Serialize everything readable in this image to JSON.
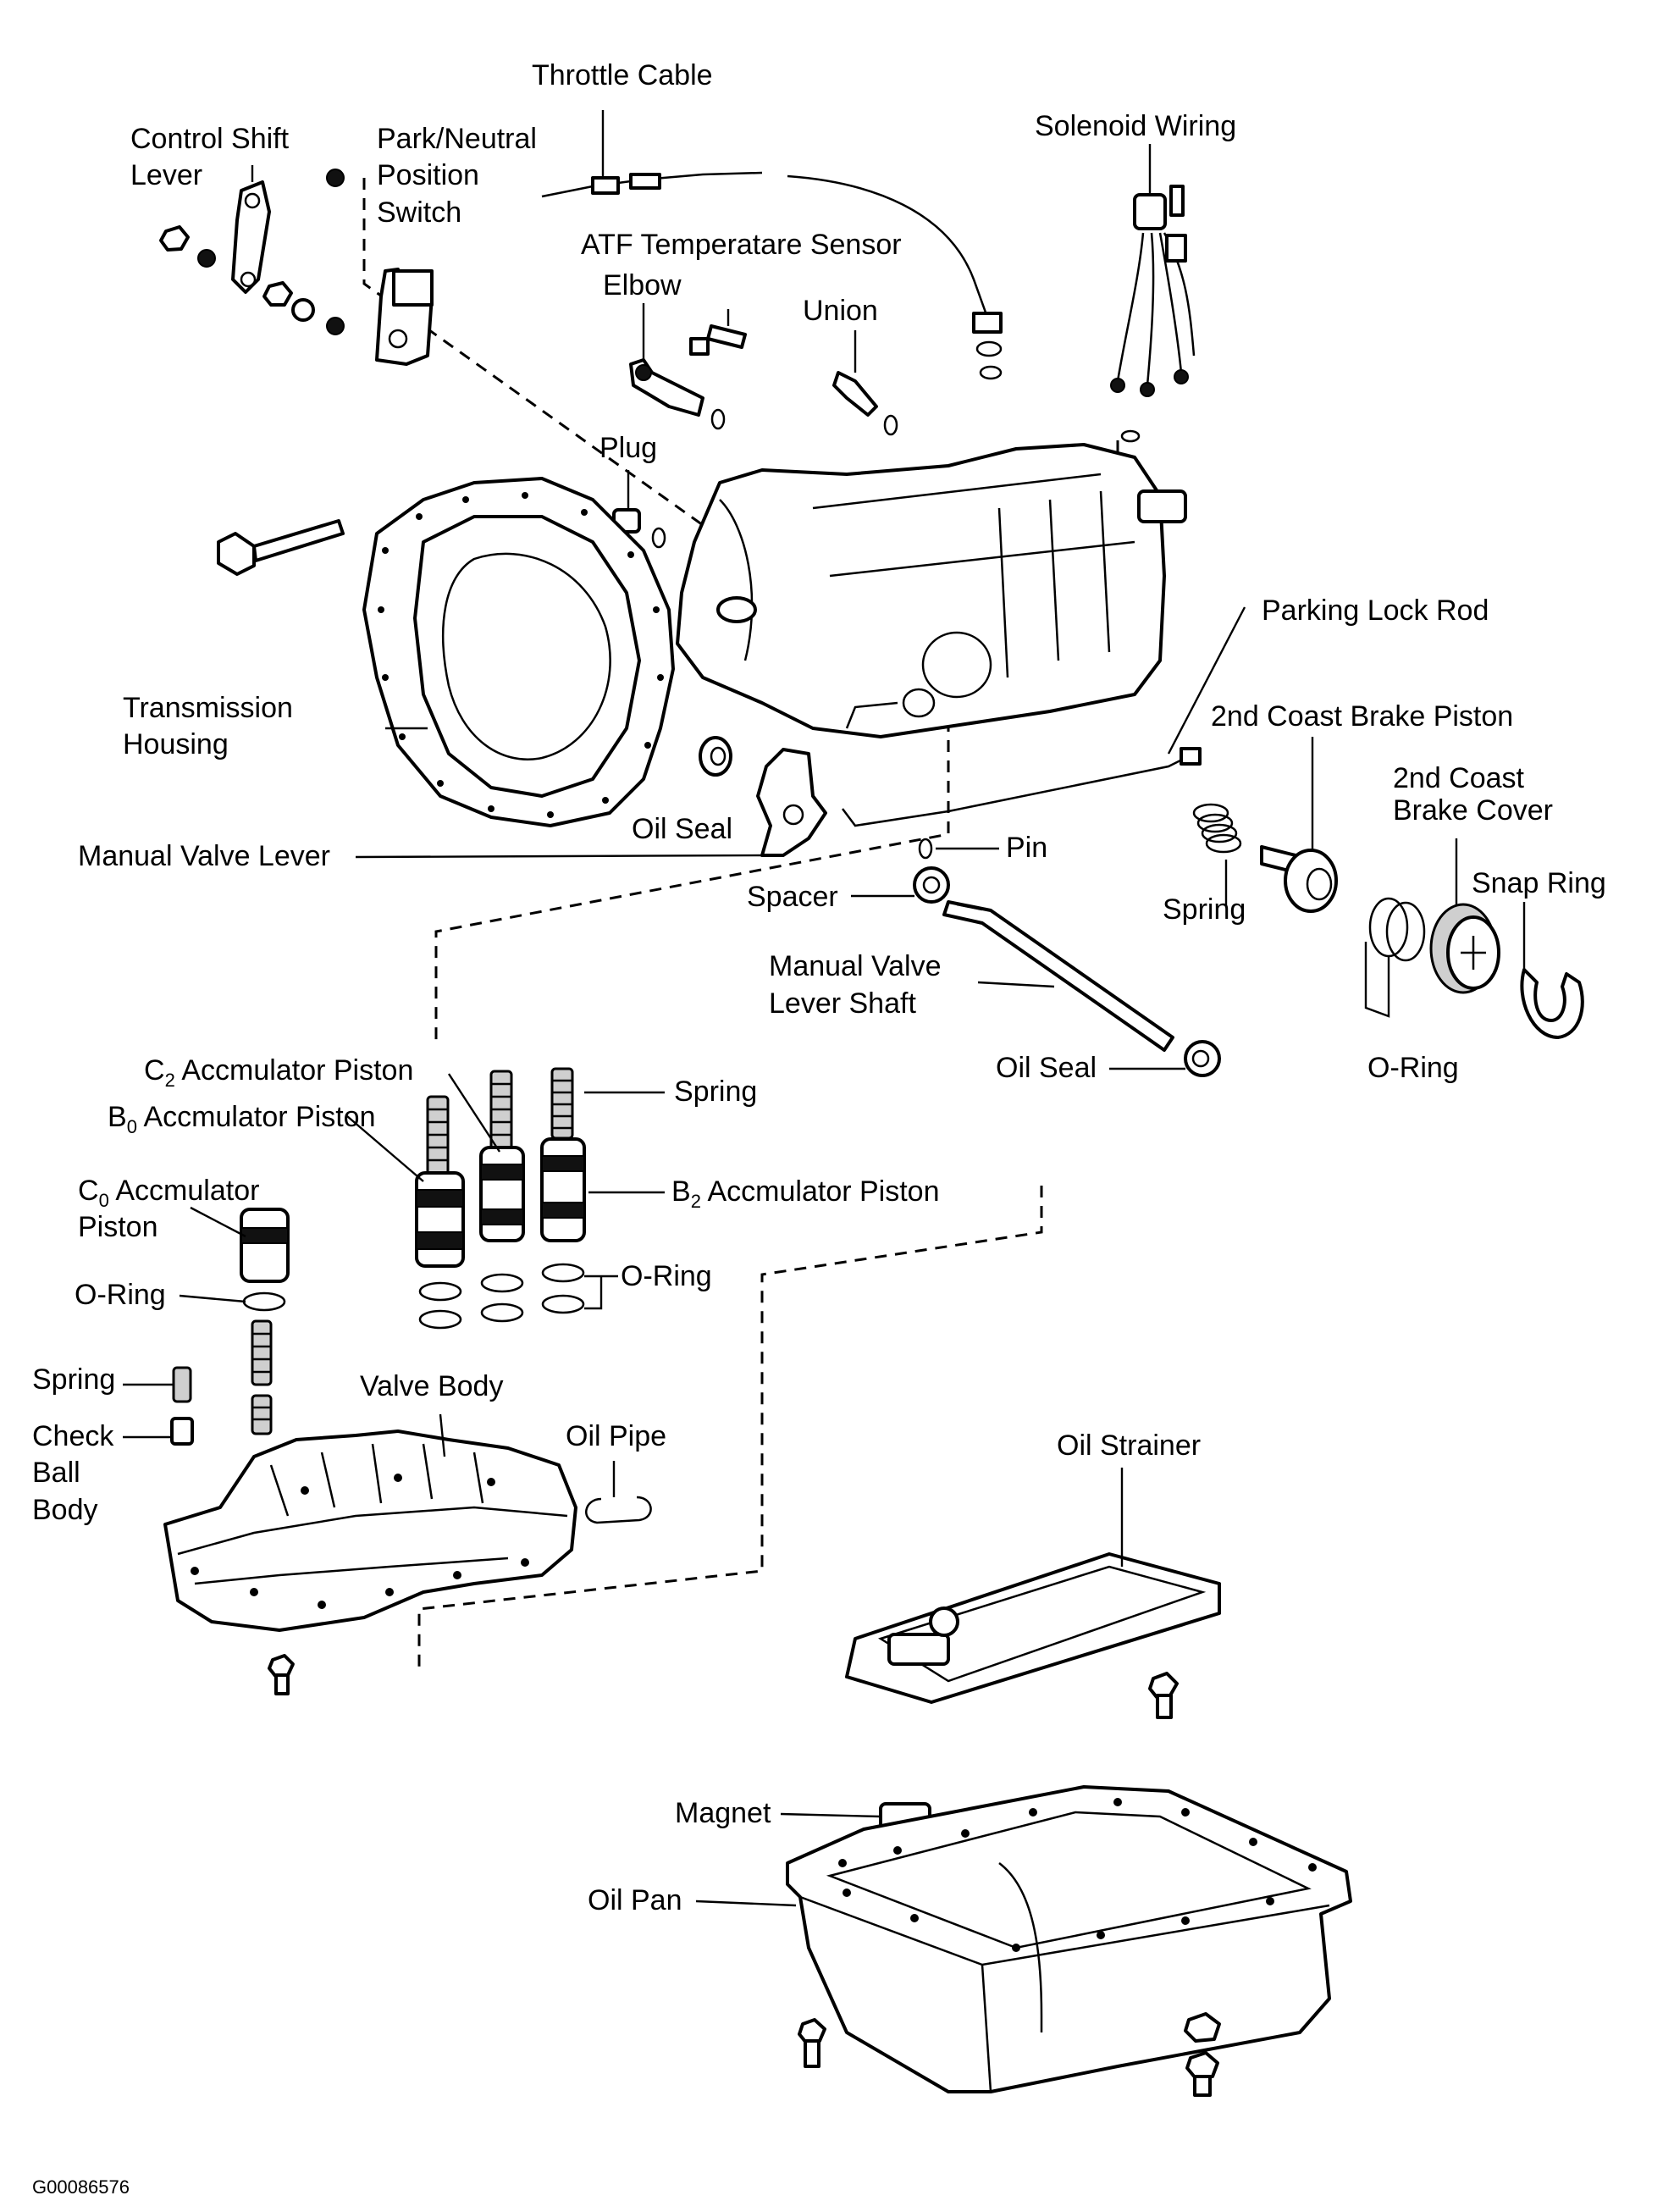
{
  "labels": {
    "throttle_cable": "Throttle Cable",
    "control_shift_lever_1": "Control Shift",
    "control_shift_lever_2": "Lever",
    "park_neutral_1": "Park/Neutral",
    "park_neutral_2": "Position",
    "park_neutral_3": "Switch",
    "atf_sensor": "ATF Temperatare Sensor",
    "elbow": "Elbow",
    "union": "Union",
    "solenoid_wiring": "Solenoid Wiring",
    "plug": "Plug",
    "parking_lock_rod": "Parking Lock Rod",
    "transmission_housing_1": "Transmission",
    "transmission_housing_2": "Housing",
    "oil_seal_top": "Oil Seal",
    "manual_valve_lever": "Manual Valve Lever",
    "pin": "Pin",
    "spacer": "Spacer",
    "second_coast_piston": "2nd Coast Brake Piston",
    "second_coast_cover_1": "2nd Coast",
    "second_coast_cover_2": "Brake Cover",
    "snap_ring": "Snap Ring",
    "spring_right": "Spring",
    "manual_valve_shaft_1": "Manual Valve",
    "manual_valve_shaft_2": "Lever Shaft",
    "oil_seal_lower": "Oil Seal",
    "o_ring_right": "O-Ring",
    "c2_piston_prefix": "C",
    "c2_piston_sub": "2",
    "c2_piston_rest": " Accmulator Piston",
    "spring_mid": "Spring",
    "b0_piston_prefix": "B",
    "b0_piston_sub": "0",
    "b0_piston_rest": " Accmulator Piston",
    "c0_piston_prefix": "C",
    "c0_piston_sub": "0",
    "c0_piston_rest": " Accmulator",
    "c0_piston_2": "Piston",
    "b2_piston_prefix": "B",
    "b2_piston_sub": "2",
    "b2_piston_rest": " Accmulator Piston",
    "o_ring_left": "O-Ring",
    "o_ring_mid": "O-Ring",
    "spring_left": "Spring",
    "check_ball_1": "Check",
    "check_ball_2": "Ball",
    "check_ball_3": "Body",
    "valve_body": "Valve Body",
    "oil_pipe": "Oil Pipe",
    "oil_strainer": "Oil Strainer",
    "magnet": "Magnet",
    "oil_pan": "Oil Pan"
  },
  "figure_code": "G00086576"
}
